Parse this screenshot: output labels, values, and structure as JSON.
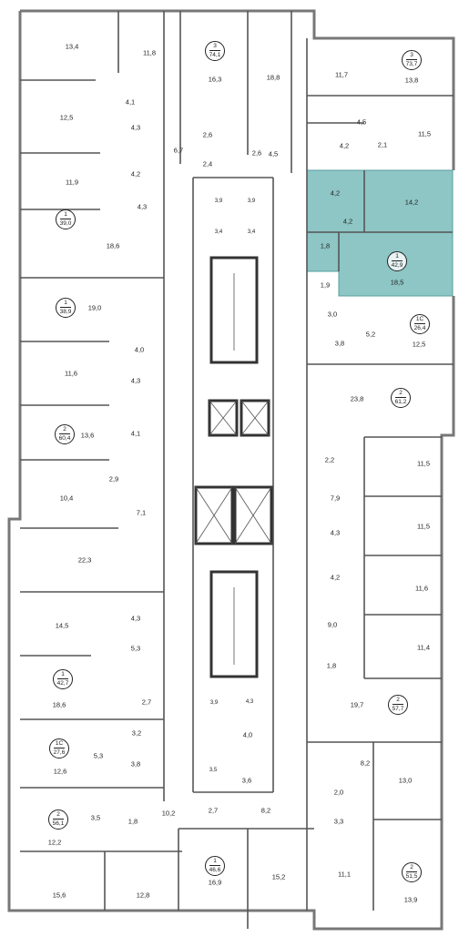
{
  "highlight_color": "#8ec5c5",
  "selected_apartment": {
    "rooms": "1",
    "area": "42,9",
    "room_labels": [
      "14,2",
      "18,5",
      "4,2",
      "4,2",
      "1,8"
    ]
  },
  "apartments": [
    {
      "rooms": "3",
      "area": "74,1"
    },
    {
      "rooms": "3",
      "area": "73,7"
    },
    {
      "rooms": "1",
      "area": "39,0"
    },
    {
      "rooms": "1",
      "area": "42,9"
    },
    {
      "rooms": "1",
      "area": "38,9"
    },
    {
      "rooms": "1С",
      "area": "26,4"
    },
    {
      "rooms": "2",
      "area": "61,2"
    },
    {
      "rooms": "2",
      "area": "60,4"
    },
    {
      "rooms": "1",
      "area": "42,7"
    },
    {
      "rooms": "2",
      "area": "57,7"
    },
    {
      "rooms": "1С",
      "area": "27,6"
    },
    {
      "rooms": "2",
      "area": "56,1"
    },
    {
      "rooms": "1",
      "area": "46,6"
    },
    {
      "rooms": "2",
      "area": "51,5"
    }
  ],
  "room_labels": [
    "13,4",
    "11,8",
    "16,3",
    "18,8",
    "11,7",
    "13,8",
    "4,1",
    "12,5",
    "4,3",
    "4,2",
    "6,7",
    "2,6",
    "2,4",
    "2,6",
    "4,5",
    "4,5",
    "4,2",
    "2,1",
    "11,5",
    "11,9",
    "4,3",
    "3,9",
    "3,9",
    "3,4",
    "3,4",
    "18,6",
    "19,0",
    "3,0",
    "5,2",
    "12,5",
    "1,9",
    "3,8",
    "4,0",
    "11,6",
    "4,3",
    "23,8",
    "4,1",
    "13,6",
    "2,2",
    "11,5",
    "2,9",
    "7,9",
    "10,4",
    "7,1",
    "11,5",
    "4,3",
    "22,3",
    "4,2",
    "11,6",
    "14,5",
    "4,3",
    "9,0",
    "11,4",
    "5,3",
    "1,8",
    "2,7",
    "18,6",
    "19,7",
    "3,9",
    "4,3",
    "3,2",
    "4,0",
    "5,3",
    "3,8",
    "8,2",
    "13,0",
    "12,6",
    "3,6",
    "3,5",
    "2,0",
    "3,5",
    "1,8",
    "10,2",
    "3,3",
    "12,2",
    "2,7",
    "8,2",
    "11,1",
    "13,9",
    "15,6",
    "12,8",
    "16,9",
    "15,2"
  ]
}
